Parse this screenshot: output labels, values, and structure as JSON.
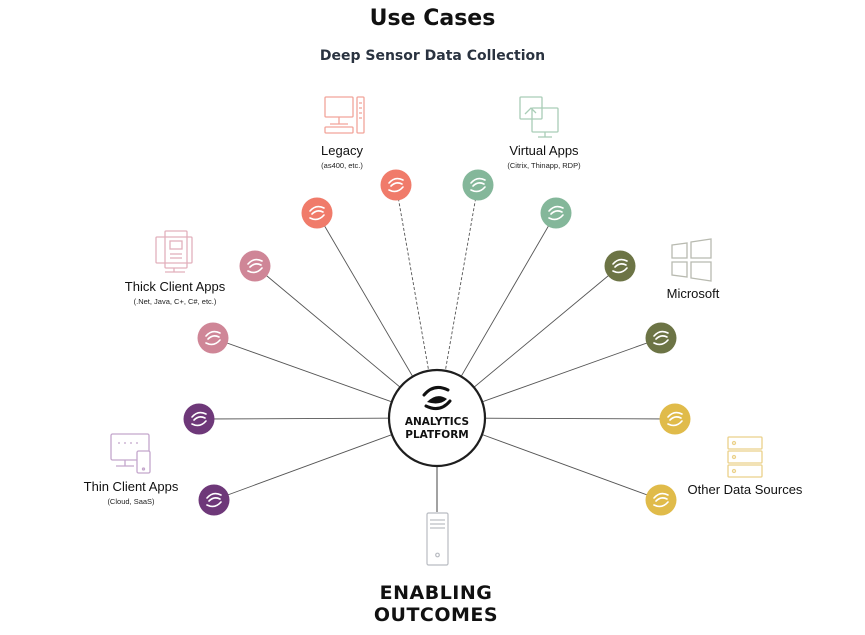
{
  "title": "Use Cases",
  "subtitle": "Deep Sensor Data Collection",
  "hub": {
    "line1": "ANALYTICS",
    "line2": "PLATFORM",
    "logo_icon": "swirl-logo-icon"
  },
  "footer": {
    "line1": "ENABLING",
    "line2": "OUTCOMES",
    "icon": "server-tower-icon"
  },
  "categories": [
    {
      "id": "legacy",
      "label": "Legacy",
      "sub": "(as400, etc.)",
      "icon": "legacy-computer-icon",
      "color": "#f07b6a"
    },
    {
      "id": "virtual",
      "label": "Virtual Apps",
      "sub": "(Citrix, Thinapp, RDP)",
      "icon": "virtual-apps-monitor-icon",
      "color": "#84b79a"
    },
    {
      "id": "thick",
      "label": "Thick Client Apps",
      "sub": "(.Net, Java, C+, C#, etc.)",
      "icon": "thick-client-monitor-icon",
      "color": "#cf8697"
    },
    {
      "id": "microsoft",
      "label": "Microsoft",
      "sub": "",
      "icon": "windows-logo-icon",
      "color": "#6c7445"
    },
    {
      "id": "thin",
      "label": "Thin Client Apps",
      "sub": "(Cloud, SaaS)",
      "icon": "thin-client-devices-icon",
      "color": "#6e3879"
    },
    {
      "id": "other",
      "label": "Other Data Sources",
      "sub": "",
      "icon": "database-stack-icon",
      "color": "#e0bb4a"
    }
  ],
  "nodes": [
    {
      "category": "legacy",
      "icon": "swirl-icon"
    },
    {
      "category": "legacy",
      "icon": "swirl-icon"
    },
    {
      "category": "virtual",
      "icon": "swirl-icon"
    },
    {
      "category": "virtual",
      "icon": "swirl-icon"
    },
    {
      "category": "thick",
      "icon": "swirl-icon"
    },
    {
      "category": "thick",
      "icon": "swirl-icon"
    },
    {
      "category": "microsoft",
      "icon": "swirl-icon"
    },
    {
      "category": "microsoft",
      "icon": "swirl-icon"
    },
    {
      "category": "thin",
      "icon": "swirl-icon"
    },
    {
      "category": "thin",
      "icon": "swirl-icon"
    },
    {
      "category": "other",
      "icon": "swirl-icon"
    },
    {
      "category": "other",
      "icon": "swirl-icon"
    }
  ]
}
